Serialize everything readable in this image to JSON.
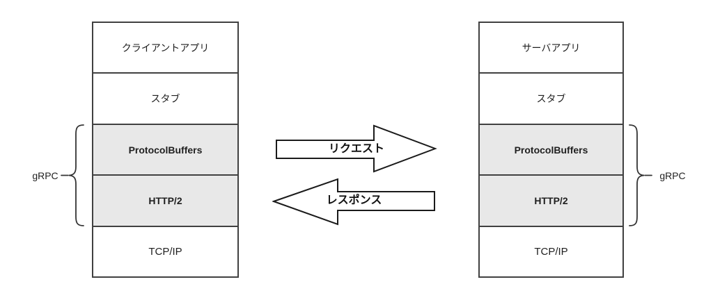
{
  "diagram": {
    "client_stack": {
      "layers": [
        {
          "label": "クライアントアプリ",
          "shaded": false
        },
        {
          "label": "スタブ",
          "shaded": false
        },
        {
          "label": "ProtocolBuffers",
          "shaded": true
        },
        {
          "label": "HTTP/2",
          "shaded": true
        },
        {
          "label": "TCP/IP",
          "shaded": false
        }
      ],
      "brace_label": "gRPC"
    },
    "server_stack": {
      "layers": [
        {
          "label": "サーバアプリ",
          "shaded": false
        },
        {
          "label": "スタブ",
          "shaded": false
        },
        {
          "label": "ProtocolBuffers",
          "shaded": true
        },
        {
          "label": "HTTP/2",
          "shaded": true
        },
        {
          "label": "TCP/IP",
          "shaded": false
        }
      ],
      "brace_label": "gRPC"
    },
    "arrows": {
      "request": {
        "label": "リクエスト",
        "direction": "right"
      },
      "response": {
        "label": "レスポンス",
        "direction": "left"
      }
    },
    "colors": {
      "shaded_layer_fill": "#e8e8e8",
      "plain_layer_fill": "#ffffff",
      "box_border": "#404040",
      "arrow_border": "#1a1a1a",
      "brace_stroke": "#333333",
      "text": "#1f1f1f",
      "background": "#ffffff"
    }
  }
}
